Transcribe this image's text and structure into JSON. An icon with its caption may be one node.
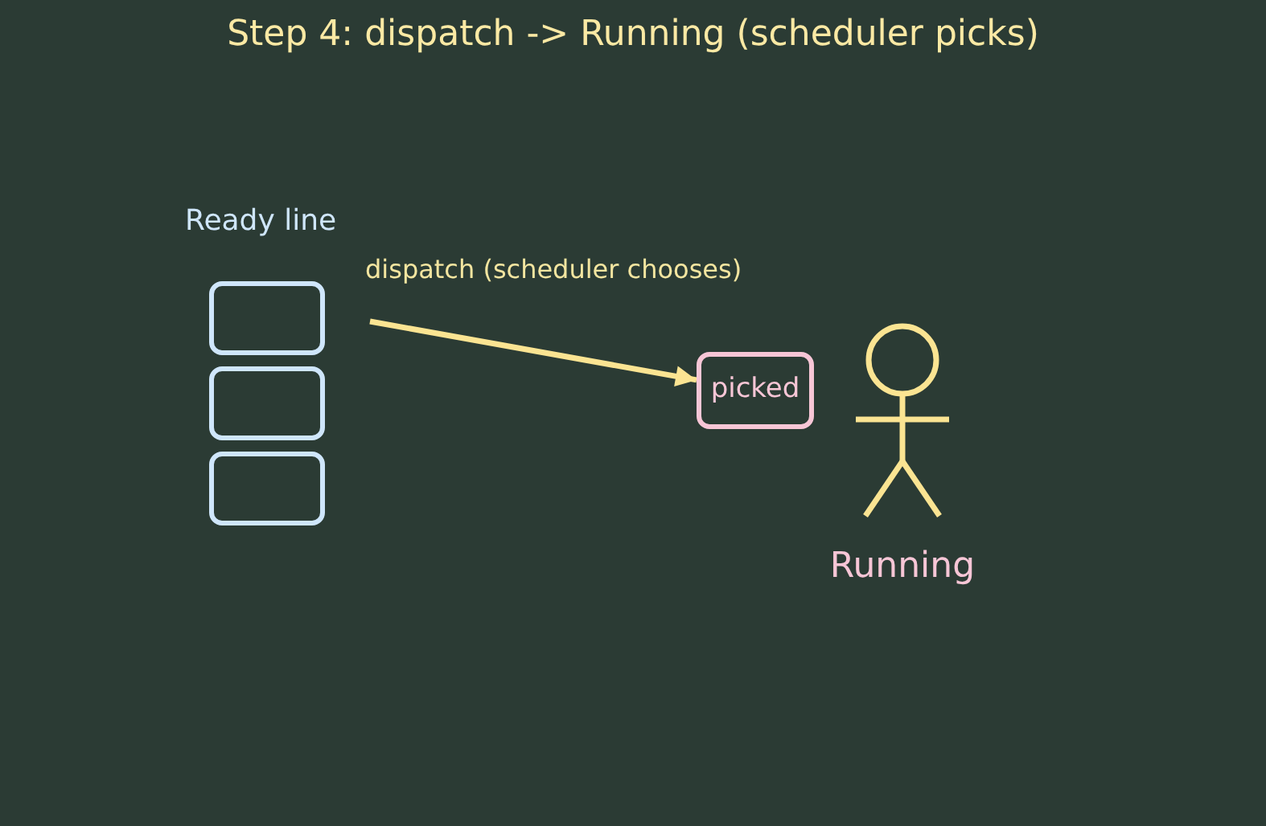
{
  "diagram": {
    "title": "Step 4: dispatch -> Running (scheduler picks)",
    "nodes": [
      {
        "text": [],
        "shape": "box"
      },
      {
        "text": [],
        "shape": "box"
      },
      {
        "text": [],
        "shape": "box"
      },
      {
        "text": [
          "picked"
        ]
      },
      {
        "text": [],
        "shape": "person",
        "beside": [
          "Running"
        ]
      }
    ],
    "edges": [
      {
        "from": null,
        "to": 3,
        "arrow": "to",
        "label": "dispatch (scheduler chooses)"
      }
    ],
    "labels": [
      "Ready line"
    ]
  }
}
